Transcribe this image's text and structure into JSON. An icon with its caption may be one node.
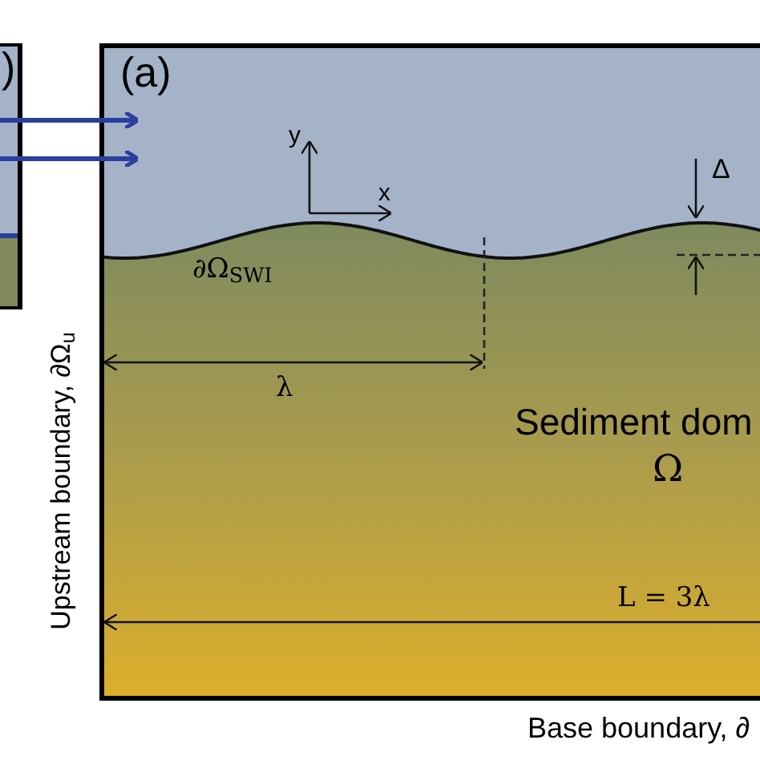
{
  "diagram": {
    "nodes": [
      {
        "text": [],
        "shape": "box"
      },
      {
        "text": [
          "(a)"
        ]
      }
    ],
    "edges": [
      {
        "from": 0,
        "to": 1,
        "arrow": "to"
      },
      {
        "from": 0,
        "to": 1,
        "arrow": "to"
      }
    ],
    "labels": [
      ")",
      "y",
      "x",
      "∂Ω$_{SWI}$",
      "Δ",
      "λ",
      "Sediment dom",
      "Ω",
      "L = 3λ",
      "Upstream boundary, ∂Ω$_{u}$",
      "Base boundary, ∂"
    ]
  }
}
